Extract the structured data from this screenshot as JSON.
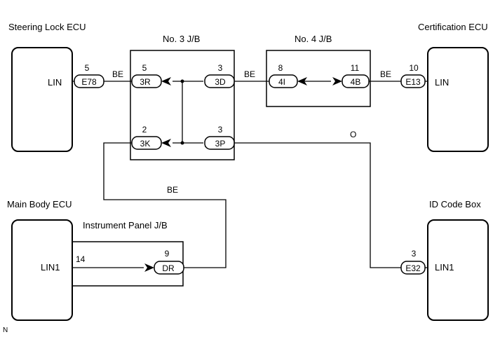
{
  "ecus": {
    "steering_lock": {
      "title": "Steering Lock ECU",
      "pin_label": "LIN"
    },
    "certification": {
      "title": "Certification ECU",
      "pin_label": "LIN"
    },
    "main_body": {
      "title": "Main Body ECU",
      "pin_label": "LIN1"
    },
    "id_code_box": {
      "title": "ID Code Box",
      "pin_label": "LIN1"
    }
  },
  "junction_blocks": {
    "jb3": {
      "title": "No. 3 J/B"
    },
    "jb4": {
      "title": "No. 4 J/B"
    },
    "instrument_panel": {
      "title": "Instrument Panel J/B"
    }
  },
  "connectors": {
    "e78": {
      "name": "E78",
      "pin": "5"
    },
    "r3": {
      "name": "3R",
      "pin": "5"
    },
    "d3": {
      "name": "3D",
      "pin": "3"
    },
    "k3": {
      "name": "3K",
      "pin": "2"
    },
    "p3": {
      "name": "3P",
      "pin": "3"
    },
    "i4": {
      "name": "4I",
      "pin": "8"
    },
    "b4": {
      "name": "4B",
      "pin": "11"
    },
    "e13": {
      "name": "E13",
      "pin": "10"
    },
    "e32": {
      "name": "E32",
      "pin": "3"
    },
    "dr": {
      "name": "DR",
      "pin": "9"
    }
  },
  "wires": {
    "be1": "BE",
    "be2": "BE",
    "be3": "BE",
    "be4": "BE",
    "o1": "O",
    "lin1_pin": "14"
  },
  "footer": {
    "mark": "N"
  }
}
